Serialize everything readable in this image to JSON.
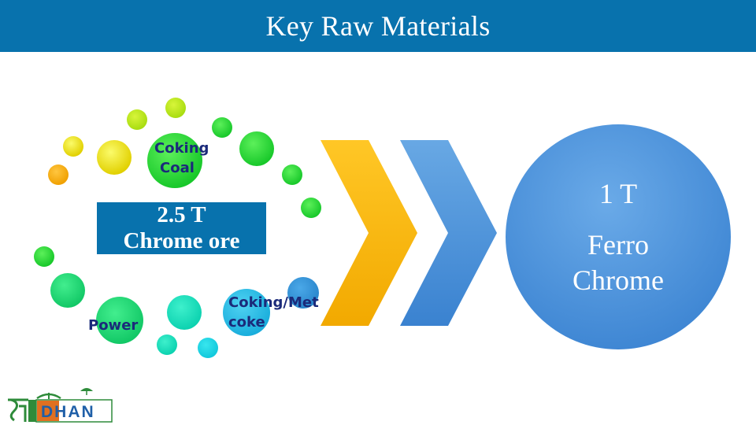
{
  "header": {
    "title": "Key Raw Materials"
  },
  "input": {
    "quantity": "2.5 T",
    "material": "Chrome ore"
  },
  "bubbles": {
    "coking_coal": [
      "Coking",
      "Coal"
    ],
    "power": "Power",
    "met_coke": [
      "Coking/Met",
      "coke"
    ]
  },
  "output": {
    "quantity": "1 T",
    "product_line1": "Ferro",
    "product_line2": "Chrome"
  },
  "logo": {
    "text": "DHAN"
  },
  "colors": {
    "header": "#0872ad",
    "chevron_gold": "#f7b500",
    "chevron_blue": "#4a90d9",
    "circle_blue": "#4a90d9"
  }
}
